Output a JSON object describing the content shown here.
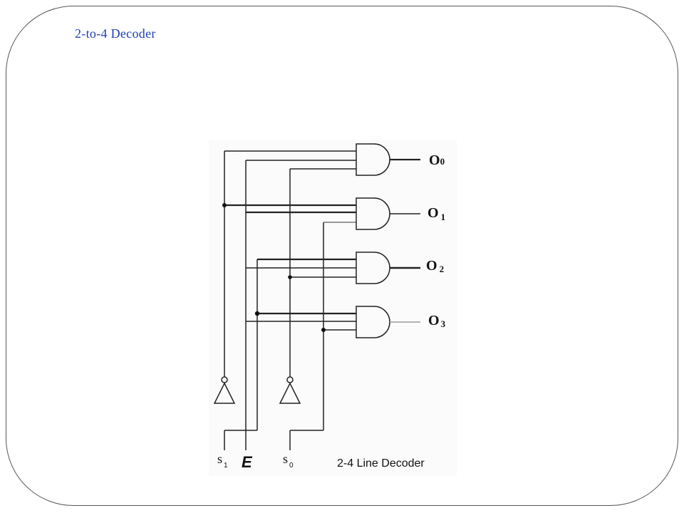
{
  "slide": {
    "title": "2-to-4 Decoder"
  },
  "diagram": {
    "caption": "2-4 Line Decoder",
    "inputs": [
      {
        "letter": "s",
        "sub": "1"
      },
      {
        "letter": "E",
        "sub": ""
      },
      {
        "letter": "s",
        "sub": "0"
      }
    ],
    "outputs": [
      {
        "letter": "O",
        "sub": "0"
      },
      {
        "letter": "O",
        "sub": "1"
      },
      {
        "letter": "O",
        "sub": "2"
      },
      {
        "letter": "O",
        "sub": "3"
      }
    ]
  }
}
